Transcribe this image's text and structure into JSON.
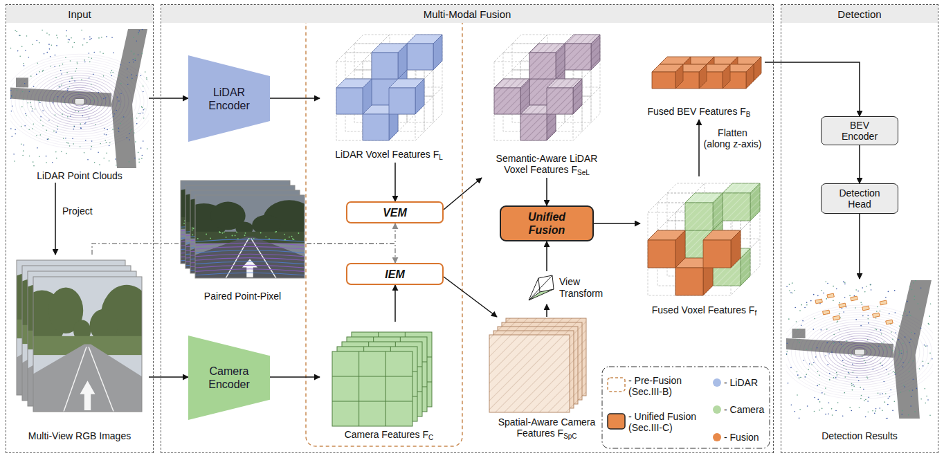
{
  "diagram": {
    "nodes": [
      {
        "text": [
          "Input"
        ]
      },
      {
        "text": [
          "LiDAR Point Clouds"
        ],
        "in": 0
      },
      {
        "text": [
          "Multi-View RGB Images"
        ],
        "in": 0
      },
      {
        "text": [
          "Multi-Modal Fusion"
        ]
      },
      {
        "text": [
          "LiDAR Encoder"
        ],
        "in": 3
      },
      {
        "text": [
          "LiDAR Voxel Features F",
          "L"
        ],
        "in": 3
      },
      {
        "text": [
          "Semantic-Aware LiDAR Voxel Features F",
          "SeL"
        ],
        "in": 3
      },
      {
        "text": [
          "Fused BEV Features F",
          "B"
        ],
        "in": 3
      },
      {
        "text": [
          "VEM"
        ],
        "in": 3
      },
      {
        "text": [
          "Paired Point-Pixel"
        ],
        "in": 3
      },
      {
        "text": [
          "Unified Fusion"
        ],
        "in": 3
      },
      {
        "text": [
          "View Transform"
        ],
        "in": 3
      },
      {
        "text": [
          "Fused Voxel Features F",
          "f"
        ],
        "in": 3
      },
      {
        "text": [
          "IEM"
        ],
        "in": 3
      },
      {
        "text": [
          "Camera Encoder"
        ],
        "in": 3
      },
      {
        "text": [
          "Camera Features F",
          "C"
        ],
        "in": 3
      },
      {
        "text": [
          "Spatial-Aware Camera Features F",
          "SpC"
        ],
        "in": 3
      },
      {
        "text": [
          "Detection"
        ]
      },
      {
        "text": [
          "BEV Encoder"
        ],
        "in": 17
      },
      {
        "text": [
          "Detection Head"
        ],
        "in": 17
      },
      {
        "text": [
          "Detection Results"
        ],
        "in": 17
      }
    ],
    "edges": [
      {
        "from": 1,
        "to": 4,
        "arrow": "to"
      },
      {
        "from": 1,
        "to": 2,
        "label": "Project",
        "arrow": "to"
      },
      {
        "from": 2,
        "to": 14,
        "arrow": "to"
      },
      {
        "from": 2,
        "to": 9,
        "arrow": "none"
      },
      {
        "from": 4,
        "to": 5,
        "arrow": "to"
      },
      {
        "from": 14,
        "to": 15,
        "arrow": "to"
      },
      {
        "from": 5,
        "to": 8,
        "arrow": "to"
      },
      {
        "from": 15,
        "to": 13,
        "arrow": "to"
      },
      {
        "from": 9,
        "to": 8,
        "arrow": "to"
      },
      {
        "from": 9,
        "to": 13,
        "arrow": "to"
      },
      {
        "from": 8,
        "to": 6,
        "arrow": "to"
      },
      {
        "from": 13,
        "to": 16,
        "arrow": "to"
      },
      {
        "from": 6,
        "to": 10,
        "arrow": "to"
      },
      {
        "from": 16,
        "to": 11,
        "arrow": "to"
      },
      {
        "from": 11,
        "to": 10,
        "arrow": "to"
      },
      {
        "from": 10,
        "to": 12,
        "arrow": "to"
      },
      {
        "from": 12,
        "to": 7,
        "label": "Flatten (along z-axis)",
        "arrow": "to"
      },
      {
        "from": 7,
        "to": 18,
        "arrow": "to"
      },
      {
        "from": 18,
        "to": 19,
        "arrow": "to"
      },
      {
        "from": 19,
        "to": 20,
        "arrow": "to"
      }
    ],
    "legend": [
      {
        "text": "- Pre-Fusion (Sec.III-B)"
      },
      {
        "text": "- Unified Fusion (Sec.III-C)",
        "color": "#e8894a"
      },
      {
        "text": "- LiDAR",
        "color": "#a9bde6"
      },
      {
        "text": "- Camera",
        "color": "#b5d9a3"
      },
      {
        "text": "- Fusion",
        "color": "#e8894a"
      }
    ]
  }
}
